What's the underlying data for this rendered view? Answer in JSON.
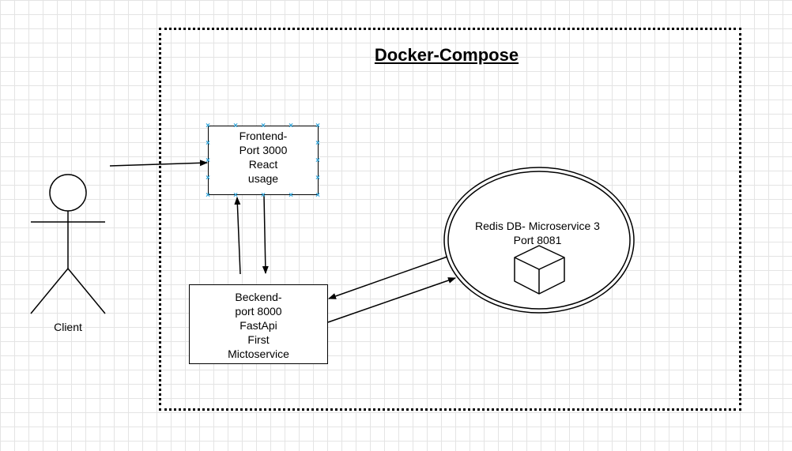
{
  "diagram": {
    "title": "Docker-Compose",
    "client": {
      "label": "Client"
    },
    "frontend": {
      "lines": [
        "Frontend-",
        "Port 3000",
        "React",
        "usage"
      ]
    },
    "backend": {
      "lines": [
        "Beckend-",
        "port 8000",
        "FastApi",
        "First",
        "Mictoservice"
      ]
    },
    "redis": {
      "lines": [
        "Redis DB- Microservice 3",
        "Port 8081"
      ],
      "icon": "cube-icon"
    },
    "connections": [
      {
        "from": "client",
        "to": "frontend"
      },
      {
        "from": "backend",
        "to": "frontend"
      },
      {
        "from": "frontend",
        "to": "backend"
      },
      {
        "from": "redis",
        "to": "backend"
      },
      {
        "from": "backend",
        "to": "redis"
      }
    ],
    "colors": {
      "grid": "#e4e4e4",
      "stroke": "#000000",
      "selection_handle": "#2fa6dc"
    }
  }
}
